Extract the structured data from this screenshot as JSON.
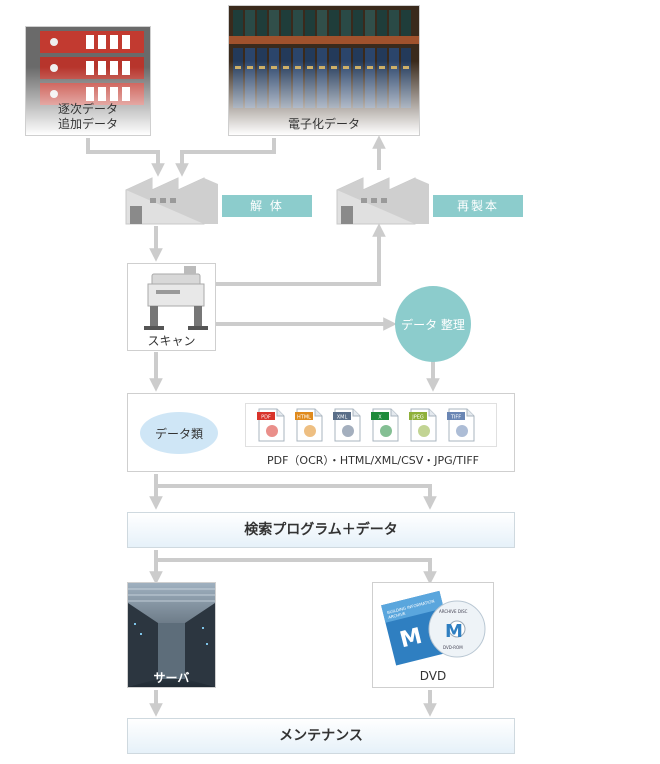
{
  "diagram": {
    "sources": {
      "sequential": {
        "line1": "逐次データ",
        "line2": "追加データ"
      },
      "digital": {
        "label": "電子化データ"
      }
    },
    "factories": {
      "dismantle": {
        "tag": "解 体"
      },
      "rebind": {
        "tag": "再製本"
      }
    },
    "scanner": {
      "label": "スキャン"
    },
    "organize": {
      "label": "データ 整理"
    },
    "data_types": {
      "label": "データ類",
      "formats": "PDF（OCR）・HTML/XML/CSV・JPG/TIFF",
      "icons": [
        {
          "name": "pdf-file-icon",
          "badge": "PDF",
          "color": "#d8332a"
        },
        {
          "name": "html-file-icon",
          "badge": "HTML",
          "color": "#e08a1c"
        },
        {
          "name": "xml-file-icon",
          "badge": "XML",
          "color": "#5a6e88"
        },
        {
          "name": "excel-file-icon",
          "badge": "X",
          "color": "#1f8a3a"
        },
        {
          "name": "jpeg-file-icon",
          "badge": "JPEG",
          "color": "#8fb03a"
        },
        {
          "name": "tiff-file-icon",
          "badge": "TIFF",
          "color": "#6a86b4"
        }
      ]
    },
    "search_program": {
      "label": "検索プログラム＋データ"
    },
    "server": {
      "label": "サーバ"
    },
    "dvd": {
      "label": "DVD",
      "cover_line1": "BUILDING INFORMATION",
      "cover_line2": "ARCHIVE",
      "disc_line1": "ARCHIVE DISC",
      "disc_line2": "DVD-ROM"
    },
    "maintenance": {
      "label": "メンテナンス"
    }
  },
  "colors": {
    "arrow": "#cccccc",
    "tag": "#8ccccc",
    "bubble_teal": "#8ccccc",
    "bubble_blue": "#cfe6f6"
  }
}
